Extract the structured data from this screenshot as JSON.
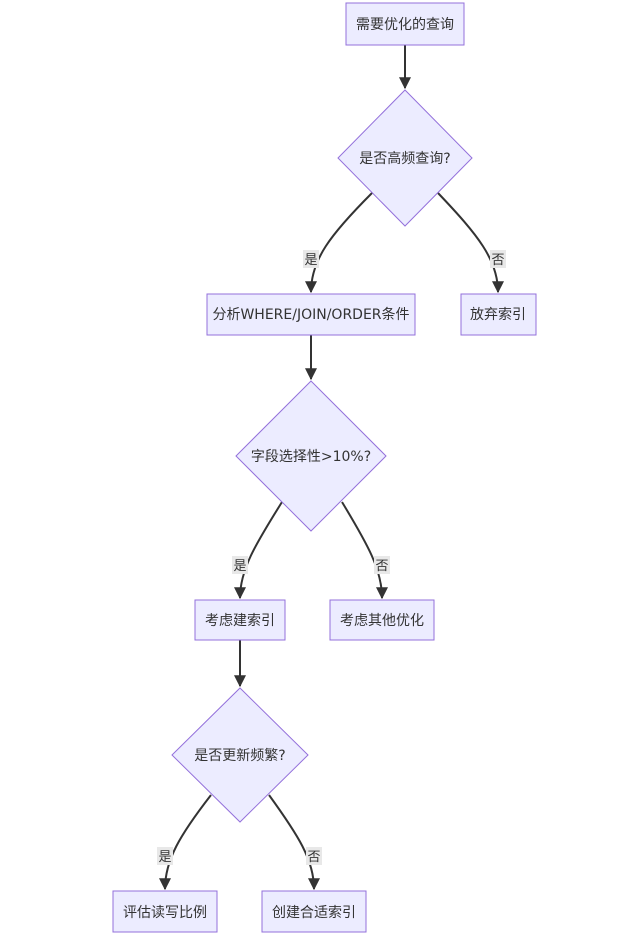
{
  "nodes": {
    "start": "需要优化的查询",
    "d1": "是否高频查询?",
    "analyze": "分析WHERE/JOIN/ORDER条件",
    "abandon": "放弃索引",
    "d2": "字段选择性>10%?",
    "consider_index": "考虑建索引",
    "other_opt": "考虑其他优化",
    "d3": "是否更新频繁?",
    "evaluate": "评估读写比例",
    "create": "创建合适索引"
  },
  "edge_labels": {
    "yes": "是",
    "no": "否"
  }
}
